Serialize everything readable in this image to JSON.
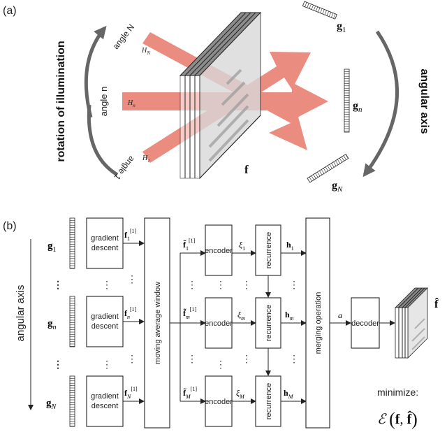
{
  "panel_a": {
    "label": "(a)",
    "left_axis_label": "rotation of illumination",
    "right_axis_label": "angular axis",
    "angle_top": "angle N",
    "angle_mid": "angle n",
    "angle_bot": "angle 1",
    "beam_N": "H",
    "beam_N_sub": "N",
    "beam_n": "H",
    "beam_n_sub": "n",
    "beam_1": "H",
    "beam_1_sub": "1",
    "object_label": "f",
    "g_top": "g",
    "g_top_sub": "1",
    "g_mid": "g",
    "g_mid_sub": "n",
    "g_bot": "g",
    "g_bot_sub": "N"
  },
  "panel_b": {
    "label": "(b)",
    "axis_label": "angular axis",
    "gd_line1": "gradient",
    "gd_line2": "descent",
    "maw": "moving average window",
    "encoder": "encoder",
    "recurrence": "recurrence",
    "merge": "merging operation",
    "decoder": "decoder",
    "a_label": "a",
    "minimize": "minimize:",
    "loss_E": "ℰ",
    "loss_f": "f",
    "loss_fhat": "f̂",
    "output_label": "f̂",
    "ellipsis": "…",
    "vdots": "⋮",
    "rows": [
      {
        "g": "g",
        "g_sub": "1",
        "f": "f",
        "f_sub": "1",
        "f_sup": "[1]",
        "ft": "f̃",
        "ft_sub": "1",
        "ft_sup": "[1]",
        "xi": "ξ",
        "xi_sub": "1",
        "h": "h",
        "h_sub": "1"
      },
      {
        "g": "g",
        "g_sub": "n",
        "f": "f",
        "f_sub": "n",
        "f_sup": "[1]",
        "ft": "f̃",
        "ft_sub": "m",
        "ft_sup": "[1]",
        "xi": "ξ",
        "xi_sub": "m",
        "h": "h",
        "h_sub": "m"
      },
      {
        "g": "g",
        "g_sub": "N",
        "f": "f",
        "f_sub": "N",
        "f_sup": "[1]",
        "ft": "f̃",
        "ft_sub": "M",
        "ft_sup": "[1]",
        "xi": "ξ",
        "xi_sub": "M",
        "h": "h",
        "h_sub": "M"
      }
    ]
  },
  "colors": {
    "beam": "#e8786a",
    "beam_edge": "#d9614f",
    "arrow_gray": "#666666",
    "slab_top": "#8c8c8c",
    "slab_side": "#bdbdbd"
  }
}
